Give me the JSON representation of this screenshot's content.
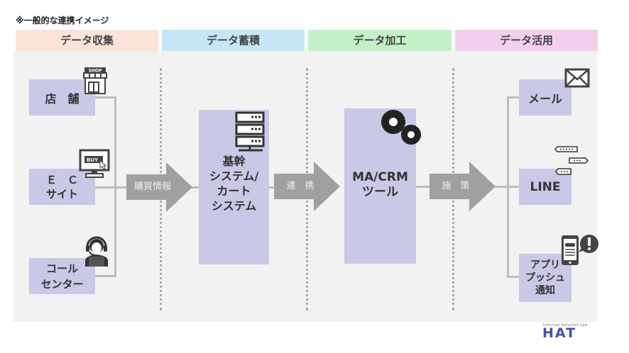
{
  "note": "※一般的な連携イメージ",
  "phases": [
    {
      "label": "データ収集",
      "color": "#fbe3d9"
    },
    {
      "label": "データ蓄積",
      "color": "#c6e6f6"
    },
    {
      "label": "データ加工",
      "color": "#c4f0c8"
    },
    {
      "label": "データ活用",
      "color": "#f3cfee"
    }
  ],
  "sources": [
    {
      "label": "店　舗",
      "icon": "shop-icon",
      "icon_text": "SHOP"
    },
    {
      "label": "Ｅ　Ｃ\nサイト",
      "icon": "computer-buy-icon",
      "icon_text": "BUY"
    },
    {
      "label": "コール\nセンター",
      "icon": "operator-headset-icon"
    }
  ],
  "arrows": [
    {
      "label": "購買情報"
    },
    {
      "label": "連　携"
    },
    {
      "label": "施　策"
    }
  ],
  "core_system": {
    "label": "基幹\nシステム/\nカート\nシステム",
    "icon": "server-icon"
  },
  "ma_tool": {
    "label": "MA/CRM\nツール",
    "icon": "gears-icon"
  },
  "channels": [
    {
      "label": "メール",
      "icon": "envelope-icon"
    },
    {
      "label": "LINE",
      "icon": "chat-bubbles-icon"
    },
    {
      "label": "アプリ\nプッシュ\n通知",
      "icon": "smartphone-alert-icon"
    }
  ],
  "logo": {
    "subtitle": "Internet Solution Lab",
    "name": "HAT"
  },
  "colors": {
    "box": "#c9c8e6",
    "arrow": "#a0a0a0",
    "connector": "#bdbdbd",
    "panel": "#f2f2f2"
  }
}
